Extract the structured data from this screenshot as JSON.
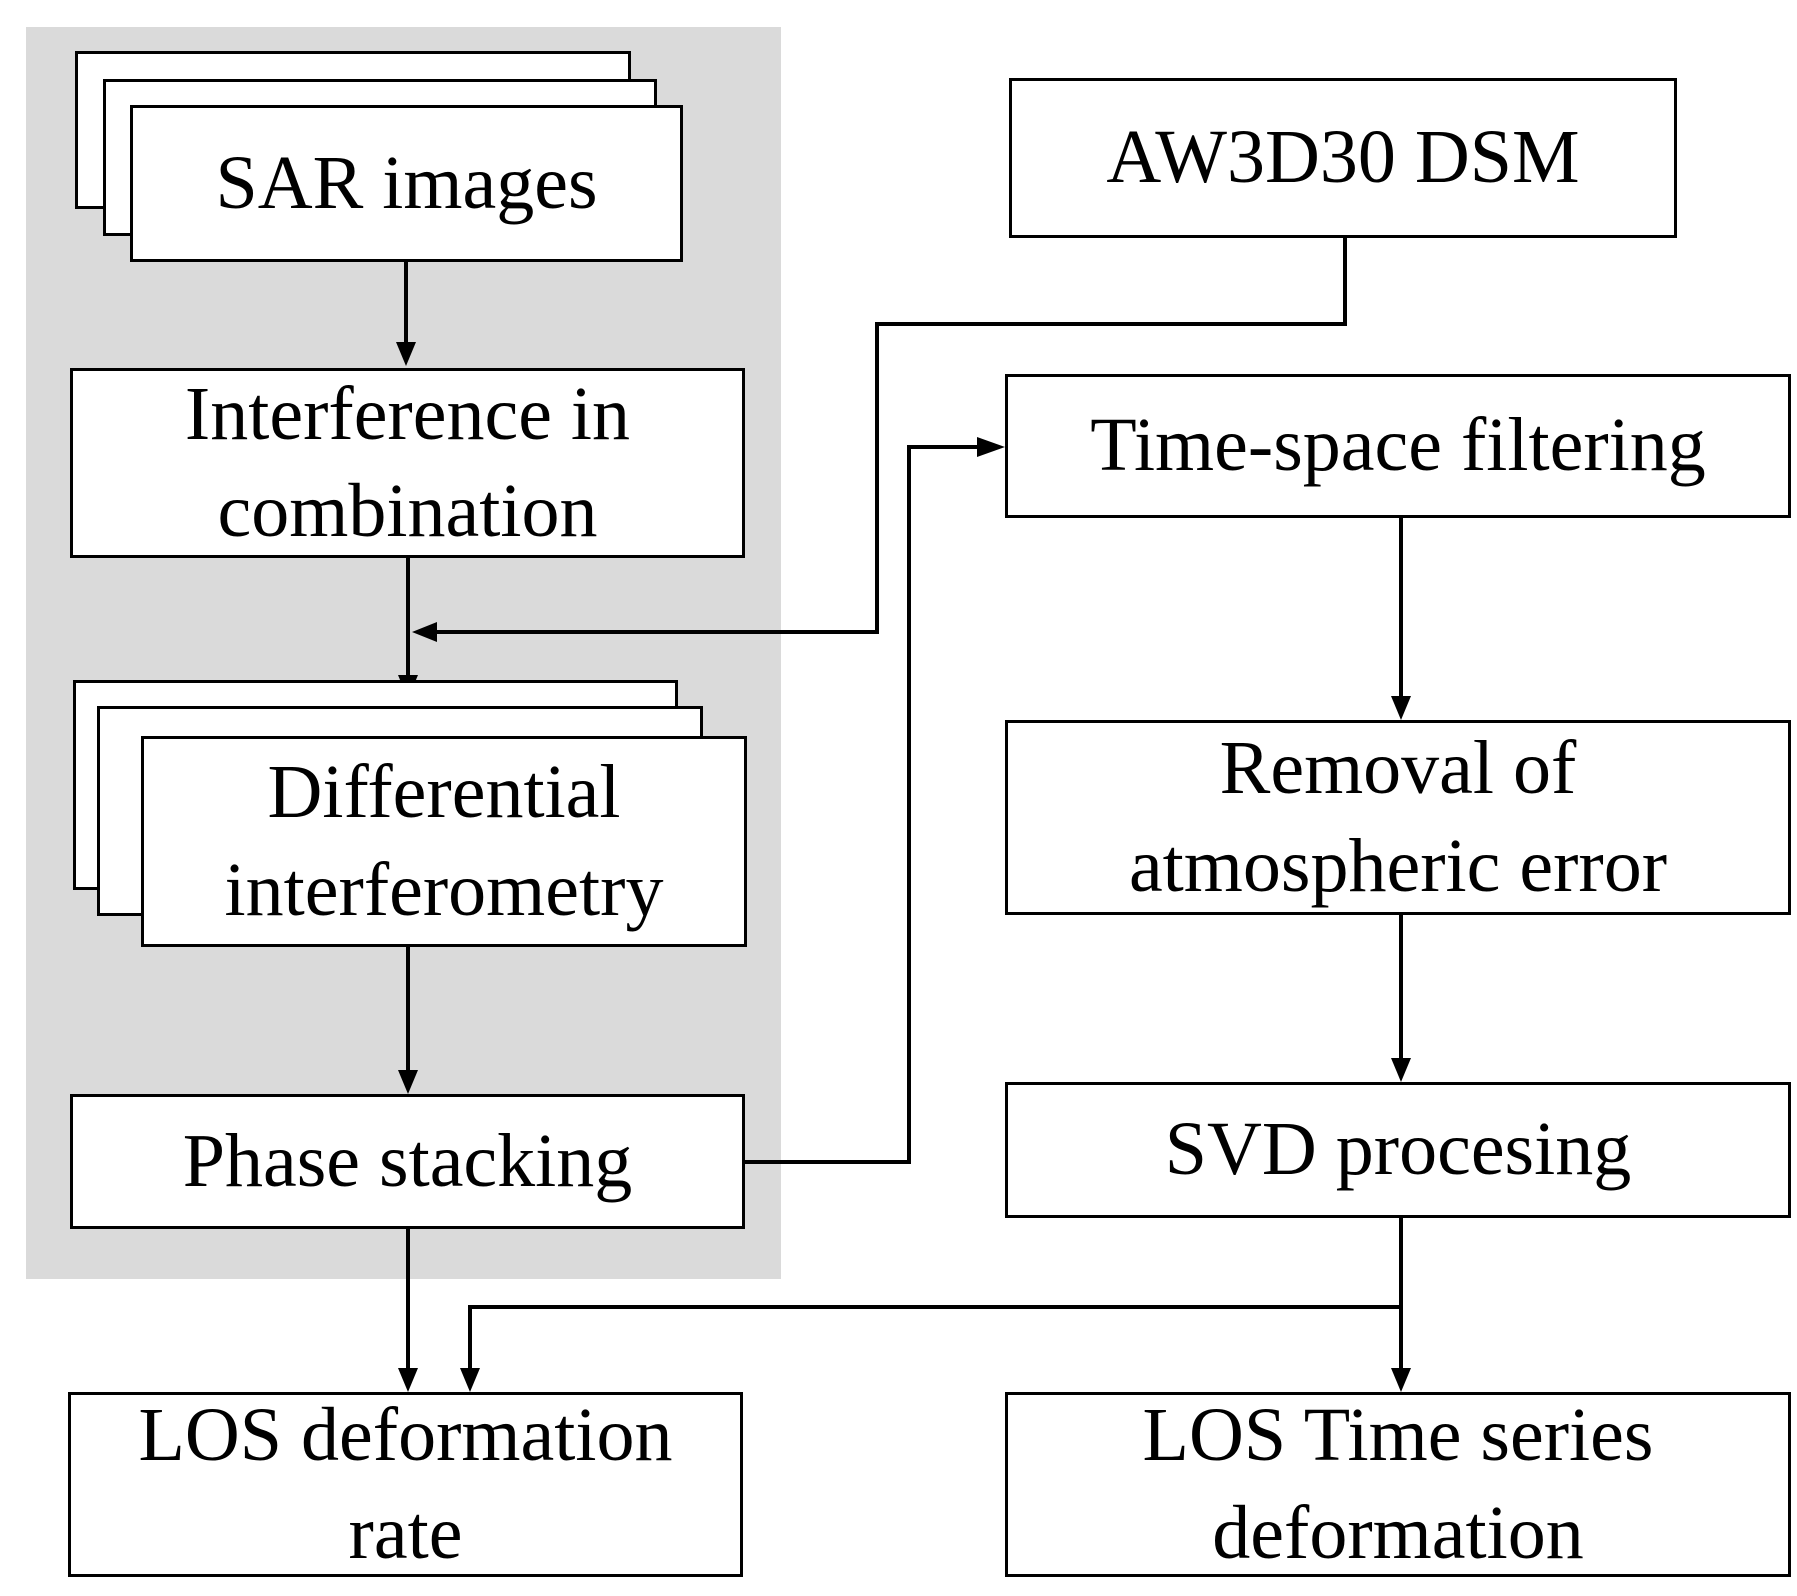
{
  "colors": {
    "panel_background": "#dadada",
    "box_border": "#000000",
    "box_fill": "#ffffff",
    "text": "#000000",
    "arrow": "#000000"
  },
  "nodes": {
    "sar_images": "SAR images",
    "interference": "Interference in\ncombination",
    "differential": "Differential\ninterferometry",
    "phase_stacking": "Phase stacking",
    "los_rate": "LOS deformation\nrate",
    "aw3d30": "AW3D30 DSM",
    "time_space": "Time-space filtering",
    "atmospheric": "Removal of\natmospheric error",
    "svd": "SVD procesing",
    "los_series": "LOS Time series\ndeformation"
  }
}
